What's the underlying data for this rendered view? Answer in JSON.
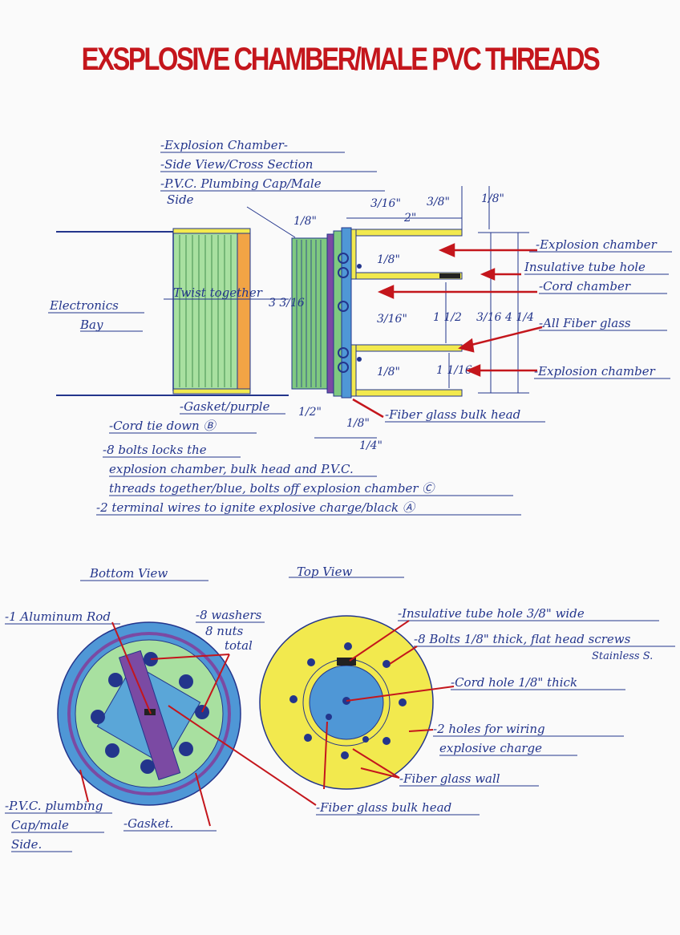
{
  "title": "EXSPLOSIVE CHAMBER/MALE PVC THREADS",
  "colors": {
    "ink": "#23358c",
    "red": "#c4161c",
    "yellow": "#f2e94e",
    "green": "#a8e0a0",
    "blue": "#4f97d6",
    "orange": "#f2a445",
    "purple": "#7b4aa3"
  },
  "side": {
    "header": [
      "-Explosion Chamber-",
      "-Side View/Cross Section",
      "-P.V.C. Plumbing Cap/Male",
      "Side"
    ],
    "electronics": [
      "Electronics",
      "Bay"
    ],
    "twist": "Twist together",
    "right_labels": [
      "-Explosion chamber",
      "Insulative tube hole",
      "-Cord chamber",
      "-All Fiber glass",
      "-Explosion chamber"
    ],
    "bottom_labels": [
      "-Gasket/purple",
      "-Fiber glass bulk head"
    ],
    "dims": {
      "d1": "1/8\"",
      "d2": "3/16\"",
      "d3": "2\"",
      "d4": "3/8\"",
      "d5": "1/8\"",
      "d6": "1/8\"",
      "d7": "3/16\"",
      "d8": "1 1/2",
      "d9": "3/16",
      "d10": "4 1/4",
      "d11": "1/8\"",
      "d12": "1 1/16",
      "d13": "3 3/16",
      "d14": "1/2\"",
      "d15": "1/8\"",
      "d16": "1/4\""
    }
  },
  "notes": [
    "-Cord tie down Ⓑ",
    "-8 bolts locks the",
    "explosion chamber, bulk head and P.V.C.",
    "threads together/blue, bolts off explosion chamber Ⓒ",
    "-2 terminal wires to ignite explosive charge/black Ⓐ"
  ],
  "bottom_view": {
    "heading": "Bottom View",
    "labels": [
      "-1 Aluminum Rod",
      "-8 washers",
      "8 nuts",
      "total",
      "-P.V.C. plumbing",
      "Cap/male",
      "Side.",
      "-Gasket."
    ]
  },
  "top_view": {
    "heading": "Top View",
    "labels": [
      "-Insulative tube hole 3/8\" wide",
      "-8 Bolts 1/8\" thick, flat head screws",
      "Stainless S.",
      "-Cord hole 1/8\" thick",
      "-2 holes for wiring",
      "explosive charge",
      "-Fiber glass wall",
      "-Fiber glass bulk head"
    ]
  }
}
